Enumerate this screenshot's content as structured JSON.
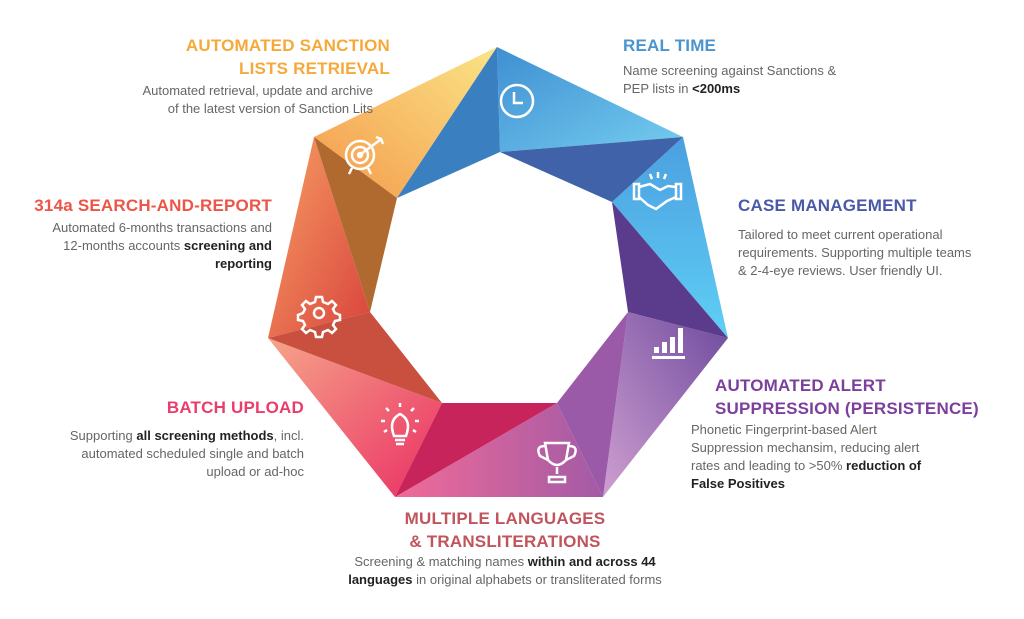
{
  "colors": {
    "sanction": "#f6a93b",
    "realtime": "#4a94cf",
    "search": "#ec5548",
    "case": "#4b5aa6",
    "batch": "#ea3d6b",
    "alert": "#7d3f9e",
    "languages": "#c0555d"
  },
  "features": {
    "sanction": {
      "icon": "target-icon",
      "title": [
        "AUTOMATED SANCTION",
        "LISTS RETRIEVAL"
      ],
      "lines": [
        [
          {
            "text": "Automated retrieval, update and archive",
            "bold": false
          }
        ],
        [
          {
            "text": "of the latest version of Sanction Lits",
            "bold": false
          }
        ]
      ]
    },
    "realtime": {
      "icon": "clock-icon",
      "title": [
        "REAL TIME"
      ],
      "lines": [
        [
          {
            "text": "Name screening against Sanctions &",
            "bold": false
          }
        ],
        [
          {
            "text": "PEP lists in ",
            "bold": false
          },
          {
            "text": "<200ms",
            "bold": true
          }
        ]
      ]
    },
    "search": {
      "icon": "gear-icon",
      "title": [
        "314a SEARCH-AND-REPORT"
      ],
      "lines": [
        [
          {
            "text": "Automated 6-months transactions and",
            "bold": false
          }
        ],
        [
          {
            "text": "12-months accounts ",
            "bold": false
          },
          {
            "text": "screening and",
            "bold": true
          }
        ],
        [
          {
            "text": "reporting",
            "bold": true
          }
        ]
      ]
    },
    "case": {
      "icon": "handshake-icon",
      "title": [
        "CASE MANAGEMENT"
      ],
      "lines": [
        [
          {
            "text": "Tailored to meet current operational",
            "bold": false
          }
        ],
        [
          {
            "text": "requirements. Supporting multiple teams",
            "bold": false
          }
        ],
        [
          {
            "text": "& 2-4-eye reviews. User friendly UI.",
            "bold": false
          }
        ]
      ]
    },
    "batch": {
      "icon": "lightbulb-icon",
      "title": [
        "BATCH UPLOAD"
      ],
      "lines": [
        [
          {
            "text": "Supporting ",
            "bold": false
          },
          {
            "text": "all screening methods",
            "bold": true
          },
          {
            "text": ", incl.",
            "bold": false
          }
        ],
        [
          {
            "text": "automated scheduled single and batch",
            "bold": false
          }
        ],
        [
          {
            "text": "upload or ad-hoc",
            "bold": false
          }
        ]
      ]
    },
    "alert": {
      "icon": "bar-chart-icon",
      "title": [
        "AUTOMATED ALERT",
        "SUPPRESSION (PERSISTENCE)"
      ],
      "lines": [
        [
          {
            "text": "Phonetic Fingerprint-based Alert",
            "bold": false
          }
        ],
        [
          {
            "text": "Suppression mechansim, reducing alert",
            "bold": false
          }
        ],
        [
          {
            "text": "rates and leading to >50% ",
            "bold": false
          },
          {
            "text": "reduction of",
            "bold": true
          }
        ],
        [
          {
            "text": "False Positives",
            "bold": true
          }
        ]
      ]
    },
    "languages": {
      "icon": "trophy-icon",
      "title": [
        "MULTIPLE LANGUAGES",
        "& TRANSLITERATIONS"
      ],
      "lines": [
        [
          {
            "text": "Screening & matching names ",
            "bold": false
          },
          {
            "text": "within and across 44",
            "bold": true
          }
        ],
        [
          {
            "text": "languages",
            "bold": true
          },
          {
            "text": " in original alphabets or transliterated forms",
            "bold": false
          }
        ]
      ]
    }
  }
}
